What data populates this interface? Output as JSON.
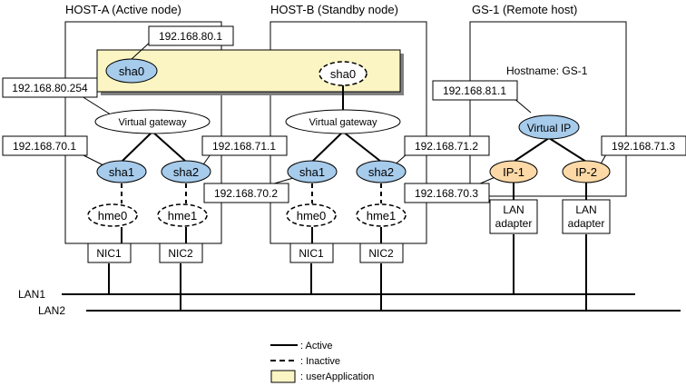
{
  "hosts": {
    "a_title": "HOST-A (Active node)",
    "b_title": "HOST-B (Standby node)",
    "gs_title": "GS-1 (Remote host)",
    "gs_hostname": "Hostname: GS-1"
  },
  "nodes": {
    "sha0": "sha0",
    "sha1": "sha1",
    "sha2": "sha2",
    "hme0": "hme0",
    "hme1": "hme1",
    "virtual_gateway": "Virtual gateway",
    "virtual_ip": "Virtual IP",
    "ip1": "IP-1",
    "ip2": "IP-2",
    "nic1": "NIC1",
    "nic2": "NIC2",
    "lan_adapter_line1": "LAN",
    "lan_adapter_line2": "adapter"
  },
  "addresses": {
    "a_sha0": "192.168.80.1",
    "a_gateway": "192.168.80.254",
    "a_sha1": "192.168.70.1",
    "a_sha2": "192.168.71.1",
    "b_sha1": "192.168.70.2",
    "b_sha2": "192.168.71.2",
    "gs_vip": "192.168.81.1",
    "gs_ip1": "192.168.70.3",
    "gs_ip2": "192.168.71.3"
  },
  "lans": {
    "lan1": "LAN1",
    "lan2": "LAN2"
  },
  "legend": {
    "active": ": Active",
    "inactive": ": Inactive",
    "user_application": ": userApplication"
  },
  "colors": {
    "interface_blue": "#a6cbeb",
    "ip_orange": "#fcd9a7",
    "user_application_yellow": "#fbf5c3",
    "line": "#000000"
  }
}
